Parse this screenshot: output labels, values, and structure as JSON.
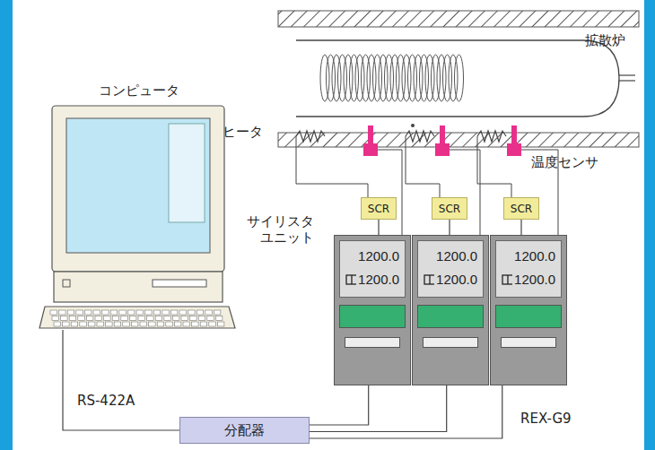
{
  "diagram": {
    "nodes": [
      {
        "text": [
          "コンピュータ"
        ]
      },
      {
        "text": [
          "SCR"
        ]
      },
      {
        "text": [
          "SCR"
        ]
      },
      {
        "text": [
          "SCR"
        ]
      },
      {
        "text": [
          "1200.0",
          "1200.0"
        ]
      },
      {
        "text": [
          "1200.0",
          "1200.0"
        ]
      },
      {
        "text": [
          "1200.0",
          "1200.0"
        ]
      },
      {
        "text": [
          "分配器"
        ]
      }
    ],
    "edges": [
      {
        "from": 0,
        "to": 7,
        "arrow": "none",
        "label": "RS-422A"
      },
      {
        "from": 7,
        "to": 4,
        "arrow": "none"
      },
      {
        "from": 7,
        "to": 5,
        "arrow": "none"
      },
      {
        "from": 7,
        "to": 6,
        "arrow": "none"
      },
      {
        "from": 1,
        "to": 4,
        "arrow": "none"
      },
      {
        "from": 2,
        "to": 5,
        "arrow": "none"
      },
      {
        "from": 3,
        "to": 6,
        "arrow": "none"
      }
    ],
    "labels": [
      "拡散炉",
      "ヒータ",
      "温度センサ",
      "サイリスタ ユニット",
      "REX-G9"
    ]
  }
}
